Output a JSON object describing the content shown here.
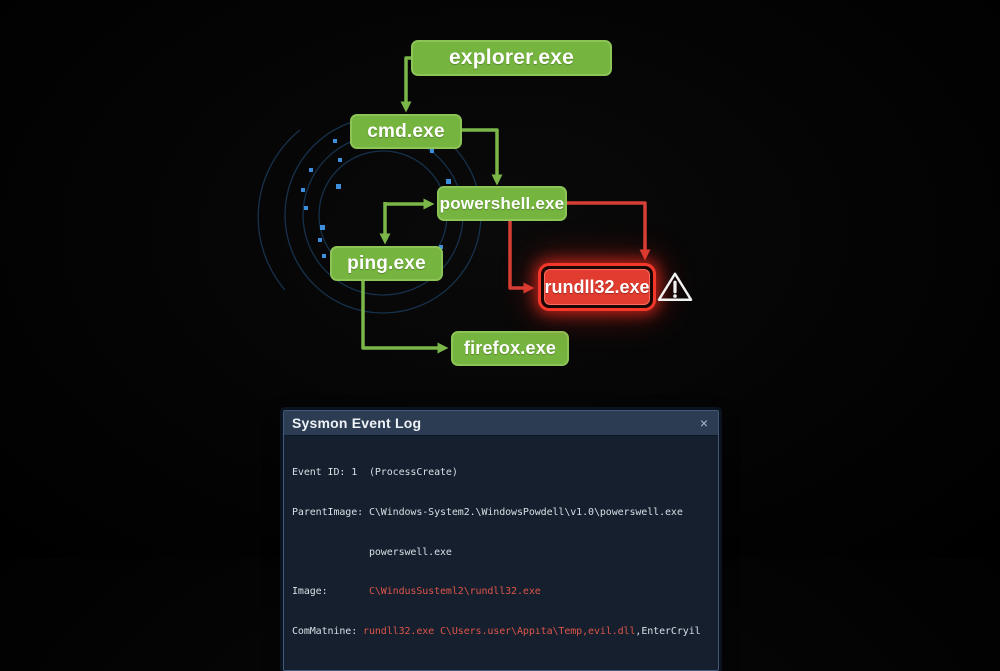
{
  "colors": {
    "benign_green": "#75b43e",
    "alert_red": "#e23b2f",
    "arrow_green": "#7ab648",
    "arrow_red": "#d63f35",
    "network_dot_blue": "#3e8fdb",
    "log_value_red": "#de5549"
  },
  "diagram": {
    "nodes": [
      {
        "id": "explorer",
        "label": "explorer.exe",
        "status": "benign"
      },
      {
        "id": "cmd",
        "label": "cmd.exe",
        "status": "benign"
      },
      {
        "id": "powershell",
        "label": "powershell.exe",
        "status": "benign"
      },
      {
        "id": "ping",
        "label": "ping.exe",
        "status": "benign"
      },
      {
        "id": "firefox",
        "label": "firefox.exe",
        "status": "benign"
      },
      {
        "id": "rundll32",
        "label": "rundll32.exe",
        "status": "alert"
      }
    ],
    "edges": [
      {
        "from": "explorer.exe",
        "to": "cmd.exe",
        "color": "green"
      },
      {
        "from": "cmd.exe",
        "to": "powershell.exe",
        "color": "green"
      },
      {
        "from": "cmd.exe",
        "to": "ping.exe",
        "color": "green"
      },
      {
        "from": "ping.exe",
        "to": "firefox.exe",
        "color": "green"
      },
      {
        "from": "powershell.exe",
        "to": "rundll32.exe",
        "color": "red",
        "via": "top"
      },
      {
        "from": "powershell.exe",
        "to": "rundll32.exe",
        "color": "red",
        "via": "side"
      }
    ],
    "warning": {
      "icon": "warning-triangle-icon",
      "glyph": "!"
    }
  },
  "log_window": {
    "title": "Sysmon Event Log",
    "close_label": "×",
    "lines": [
      {
        "text": "Event ID: 1  (ProcessCreate)"
      },
      {
        "text": "ParentImage: C\\Windows-System2.\\WindowsPowdell\\v1.0\\powerswell.exe"
      },
      {
        "text": "             powerswell.exe"
      },
      {
        "label": "Image:       ",
        "value_red": "C\\WindusSusteml2\\rundll32.exe"
      },
      {
        "label": "ComMatnine: ",
        "value_red": "rundll32.exe C\\Users.user\\Appıta\\Temp,evil.dll",
        "suffix": ",EnterCryil"
      }
    ]
  }
}
